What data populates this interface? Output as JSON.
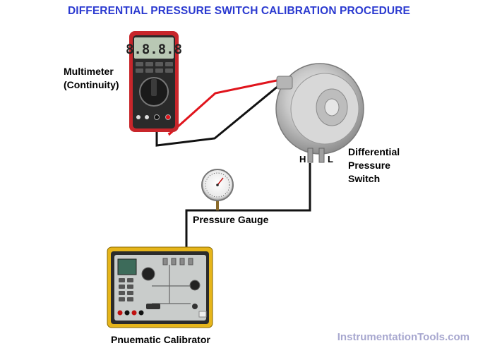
{
  "title": "DIFFERENTIAL PRESSURE SWITCH CALIBRATION PROCEDURE",
  "labels": {
    "multimeter": [
      "Multimeter",
      "(Continuity)"
    ],
    "switch": [
      "Differential",
      "Pressure",
      "Switch"
    ],
    "gauge": "Pressure Gauge",
    "calibrator": "Pnuematic Calibrator",
    "port_high": "H",
    "port_low": "L"
  },
  "multimeter_display": "8.8.8.8",
  "watermark": "InstrumentationTools.com",
  "colors": {
    "title": "#2b3ad0",
    "wire_red": "#e0141c",
    "wire_black": "#111111",
    "multimeter_body": "#c8262b",
    "calibrator_case": "#e6b51a",
    "watermark": "#a7a7cf"
  }
}
